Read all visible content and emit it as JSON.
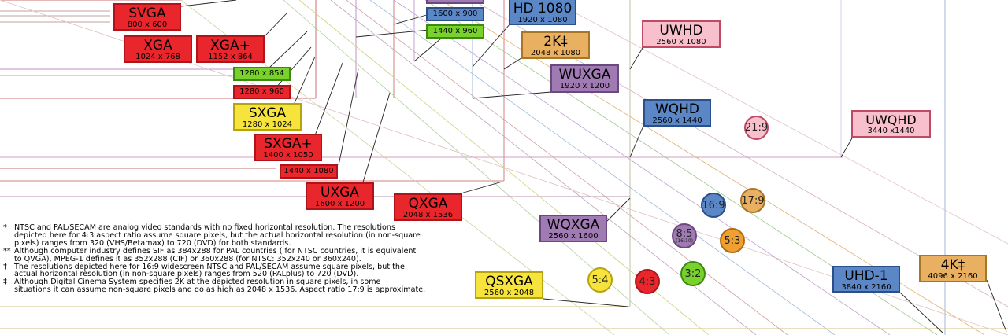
{
  "resolutions": {
    "svga": {
      "name": "SVGA",
      "res": "800 x 600",
      "color": "#e8262c"
    },
    "xga": {
      "name": "XGA",
      "res": "1024 x 768",
      "color": "#e8262c"
    },
    "xga_plus": {
      "name": "XGA+",
      "res": "1152 x 864",
      "color": "#e8262c"
    },
    "r1280x854": {
      "res": "1280 x 854",
      "color": "#78d12c"
    },
    "r1280x960": {
      "res": "1280 x 960",
      "color": "#e8262c"
    },
    "sxga": {
      "name": "SXGA",
      "res": "1280 x 1024",
      "color": "#f6e43c"
    },
    "sxga_plus": {
      "name": "SXGA+",
      "res": "1400 x 1050",
      "color": "#e8262c"
    },
    "r1440x1080": {
      "res": "1440 x 1080",
      "color": "#e8262c"
    },
    "uxga": {
      "name": "UXGA",
      "res": "1600 x 1200",
      "color": "#e8262c"
    },
    "qxga": {
      "name": "QXGA",
      "res": "2048 x 1536",
      "color": "#e8262c"
    },
    "r1600x900": {
      "res": "1600 x 900",
      "color": "#5b87c7"
    },
    "r1440x960": {
      "res": "1440 x 960",
      "color": "#78d12c"
    },
    "hd1080": {
      "name": "HD 1080",
      "res": "1920 x 1080",
      "color": "#5b87c7"
    },
    "twok": {
      "name": "2K‡",
      "res": "2048 x 1080",
      "color": "#e8b060"
    },
    "wuxga": {
      "name": "WUXGA",
      "res": "1920 x 1200",
      "color": "#a07ab2"
    },
    "uwhd": {
      "name": "UWHD",
      "res": "2560 x 1080",
      "color": "#f8c0cc"
    },
    "wqhd": {
      "name": "WQHD",
      "res": "2560 x 1440",
      "color": "#5b87c7"
    },
    "uwqhd": {
      "name": "UWQHD",
      "res": "3440 x1440",
      "color": "#f8c0cc"
    },
    "wqxga": {
      "name": "WQXGA",
      "res": "2560 x 1600",
      "color": "#a07ab2"
    },
    "qsxga": {
      "name": "QSXGA",
      "res": "2560 x 2048",
      "color": "#f6e43c"
    },
    "uhd1": {
      "name": "UHD-1",
      "res": "3840 x 2160",
      "color": "#5b87c7"
    },
    "fourk": {
      "name": "4K‡",
      "res": "4096 x 2160",
      "color": "#e8b060"
    }
  },
  "aspect_ratios": {
    "r21_9": {
      "label": "21:9",
      "color": "#f8c0cc"
    },
    "r16_9": {
      "label": "16:9",
      "color": "#5b87c7"
    },
    "r17_9": {
      "label": "17:9",
      "color": "#e8b060"
    },
    "r8_5": {
      "label": "8:5",
      "sub": "(16:10)",
      "color": "#a07ab2"
    },
    "r5_3": {
      "label": "5:3",
      "color": "#f0a030"
    },
    "r5_4": {
      "label": "5:4",
      "color": "#f6e43c"
    },
    "r4_3": {
      "label": "4:3",
      "color": "#e8262c"
    },
    "r3_2": {
      "label": "3:2",
      "color": "#78d12c"
    }
  },
  "notes": [
    {
      "mark": "*",
      "lines": [
        "NTSC and PAL/SECAM are analog video standards with no fixed horizontal resolution. The resolutions",
        "depicted here for 4:3 aspect ratio assume square pixels, but the actual horizontal resolution (in non-square",
        "pixels) ranges from 320 (VHS/Betamax) to 720 (DVD) for both standards."
      ]
    },
    {
      "mark": "**",
      "lines": [
        "Although computer industry defines SIF as 384x288 for PAL countries ( for NTSC countries, it is equivalent",
        "to QVGA), MPEG-1 defines it as 352x288 (CIF) or 360x288 (for NTSC: 352x240 or 360x240)."
      ]
    },
    {
      "mark": "†",
      "lines": [
        "The resolutions depicted here for 16:9 widescreen NTSC and PAL/SECAM assume square pixels, but the",
        "actual horizontal resolution (in non-square pixels) ranges from 520 (PALplus) to 720 (DVD)."
      ]
    },
    {
      "mark": "‡",
      "lines": [
        "Although Digital Cinema System specifies 2K at the depicted resolution in square pixels, in some",
        "situations it can assume non-square pixels and go as high as 2048 x 1536. Aspect ratio 17:9 is approximate."
      ]
    }
  ]
}
